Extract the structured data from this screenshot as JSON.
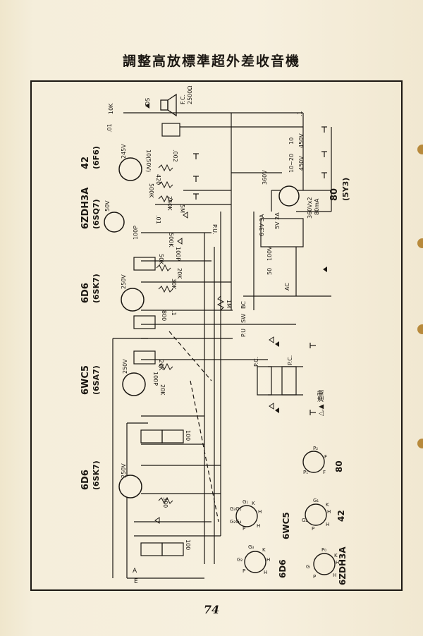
{
  "page": {
    "title": "調整高放標準超外差收音機",
    "page_number": "74"
  },
  "tubes": [
    {
      "id": "t42",
      "name": "42",
      "alt": "(6F6)",
      "voltage": "245V"
    },
    {
      "id": "t6zdh",
      "name": "6ZDH3A",
      "alt": "(6SQ7)",
      "voltage": "50V"
    },
    {
      "id": "t6d6a",
      "name": "6D6",
      "alt": "(6SK7)",
      "voltage": "250V"
    },
    {
      "id": "t6wc5",
      "name": "6WC5",
      "alt": "(6SA7)",
      "voltage": "250V"
    },
    {
      "id": "t6d6b",
      "name": "6D6",
      "alt": "(6SK7)",
      "voltage": "250V"
    },
    {
      "id": "t80",
      "name": "80",
      "alt": "(5Y3)",
      "voltage": "360V"
    }
  ],
  "labels": {
    "ds": "DS",
    "fc": "F.C.",
    "fc_val": "2500Ω",
    "k10": "10K",
    "c01": ".01",
    "c002": ".002",
    "c10_50": "10(50V)",
    "r420": "420",
    "r500k_a": "500K",
    "r250k": "250K",
    "r5m": "5M",
    "c01b": ".01",
    "c100p": "100P",
    "r500k_b": "500K",
    "c100p_b": "100P",
    "r50k": "50K",
    "r30k": "30K",
    "r20k": "20K",
    "r800": "800",
    "c1": ".1",
    "r1m": "1M",
    "r20k_b": "20K",
    "c100p_c": "100P",
    "r20k_c": "20K",
    "r100": "100",
    "r300": "300",
    "r100_b": "100",
    "c1_pwr": ".1",
    "c10": "10",
    "v450": "450V",
    "c10_20": "10~20",
    "v450b": "450V",
    "v360": "360V",
    "v63": "6.3V 3A",
    "v5": "5V 2A",
    "v360x2": "360Vx2",
    "ma80": "80mA",
    "pu_label": "P.U.",
    "pc": "P.C.",
    "pc2": "P.C.",
    "pu": "P.U",
    "sw": "SW",
    "bc": "BC",
    "ac": "AC",
    "ab_note": "△,▲ 連動",
    "ant_a": "A",
    "ant_e": "E",
    "v100": "100V",
    "t50": "50",
    "t80_socket": "80"
  },
  "bases": [
    {
      "id": "b6wc5",
      "name": "6WC5",
      "pins": [
        "G₁",
        "K",
        "H",
        "H",
        "P",
        "G₂G₄",
        "G₃G₅"
      ]
    },
    {
      "id": "b42",
      "name": "42",
      "pins": [
        "G₁",
        "K",
        "H",
        "H",
        "P",
        "G₂"
      ]
    },
    {
      "id": "b6d6",
      "name": "6D6",
      "pins": [
        "G₃",
        "K",
        "H",
        "H",
        "P",
        "G₂"
      ]
    },
    {
      "id": "b6zdh",
      "name": "6ZDH3A",
      "pins": [
        "P₀",
        "K",
        "H",
        "H",
        "P",
        "G"
      ]
    },
    {
      "id": "b80",
      "name": "80",
      "pins": [
        "P₂",
        "F",
        "F",
        "P₁"
      ]
    }
  ]
}
